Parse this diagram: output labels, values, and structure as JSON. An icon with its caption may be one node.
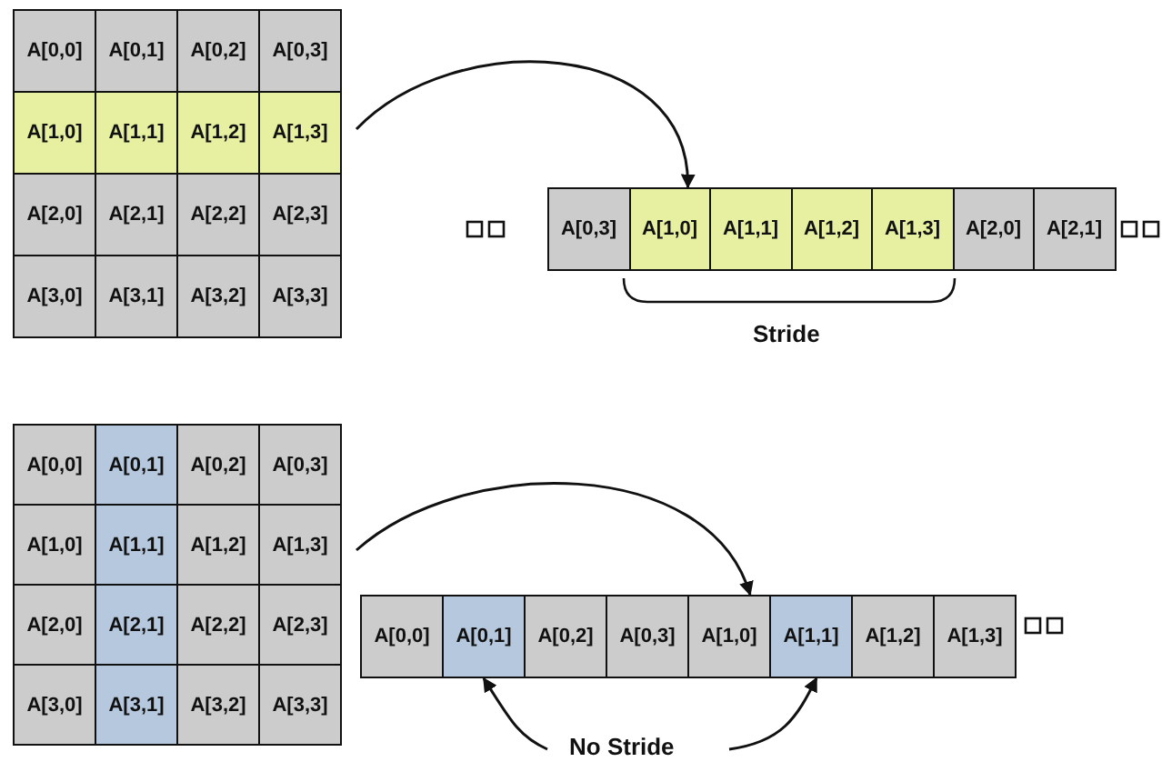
{
  "diagram": {
    "nodes": [
      {
        "text": [
          "A[0,0]"
        ]
      },
      {
        "text": [
          "A[0,1]"
        ]
      },
      {
        "text": [
          "A[0,2]"
        ]
      },
      {
        "text": [
          "A[0,3]"
        ]
      },
      {
        "text": [
          "A[1,0]"
        ]
      },
      {
        "text": [
          "A[1,1]"
        ]
      },
      {
        "text": [
          "A[1,2]"
        ]
      },
      {
        "text": [
          "A[1,3]"
        ]
      },
      {
        "text": [
          "A[2,0]"
        ]
      },
      {
        "text": [
          "A[2,1]"
        ]
      },
      {
        "text": [
          "A[2,2]"
        ]
      },
      {
        "text": [
          "A[2,3]"
        ]
      },
      {
        "text": [
          "A[3,0]"
        ]
      },
      {
        "text": [
          "A[3,1]"
        ]
      },
      {
        "text": [
          "A[3,2]"
        ]
      },
      {
        "text": [
          "A[3,3]"
        ]
      },
      {
        "text": [
          "A[0,3]"
        ]
      },
      {
        "text": [
          "A[1,0]"
        ]
      },
      {
        "text": [
          "A[1,1]"
        ]
      },
      {
        "text": [
          "A[1,2]"
        ]
      },
      {
        "text": [
          "A[1,3]"
        ]
      },
      {
        "text": [
          "A[2,0]"
        ]
      },
      {
        "text": [
          "A[2,1]"
        ]
      },
      {
        "text": [
          "A[0,0]"
        ]
      },
      {
        "text": [
          "A[0,1]"
        ]
      },
      {
        "text": [
          "A[0,2]"
        ]
      },
      {
        "text": [
          "A[0,3]"
        ]
      },
      {
        "text": [
          "A[1,0]"
        ]
      },
      {
        "text": [
          "A[1,1]"
        ]
      },
      {
        "text": [
          "A[1,2]"
        ]
      },
      {
        "text": [
          "A[1,3]"
        ]
      },
      {
        "text": [
          "A[2,0]"
        ]
      },
      {
        "text": [
          "A[2,1]"
        ]
      },
      {
        "text": [
          "A[2,2]"
        ]
      },
      {
        "text": [
          "A[2,3]"
        ]
      },
      {
        "text": [
          "A[3,0]"
        ]
      },
      {
        "text": [
          "A[3,1]"
        ]
      },
      {
        "text": [
          "A[3,2]"
        ]
      },
      {
        "text": [
          "A[3,3]"
        ]
      },
      {
        "text": [
          "A[0,0]"
        ]
      },
      {
        "text": [
          "A[0,1]"
        ]
      },
      {
        "text": [
          "A[0,2]"
        ]
      },
      {
        "text": [
          "A[0,3]"
        ]
      },
      {
        "text": [
          "A[1,0]"
        ]
      },
      {
        "text": [
          "A[1,1]"
        ]
      },
      {
        "text": [
          "A[1,2]"
        ]
      },
      {
        "text": [
          "A[1,3]"
        ]
      },
      {
        "text": [
          "No Stride"
        ]
      }
    ],
    "edges": [
      {
        "from": 7,
        "to": 17,
        "arrow": "to"
      },
      {
        "from": 30,
        "to": 43,
        "arrow": "to"
      },
      {
        "from": 47,
        "to": 40,
        "arrow": "to"
      },
      {
        "from": 47,
        "to": 44,
        "arrow": "to"
      }
    ],
    "labels": [
      "Stride"
    ]
  }
}
